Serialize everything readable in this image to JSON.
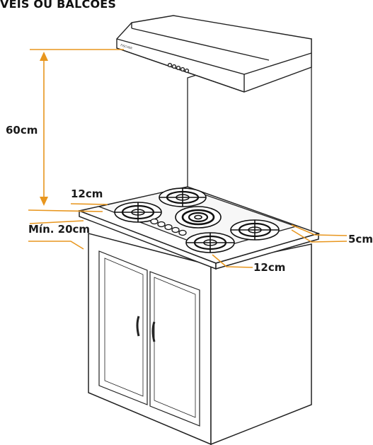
{
  "title": "VEIS OU BALCÕES",
  "hood_brand": "FISCHER",
  "accent_color": "#e8961e",
  "line_color": "#222222",
  "dimensions": {
    "hood_height": "60cm",
    "back_clearance": "12cm",
    "side_clearance": "Mín. 20cm",
    "front_clearance": "12cm",
    "right_clearance": "5cm"
  }
}
